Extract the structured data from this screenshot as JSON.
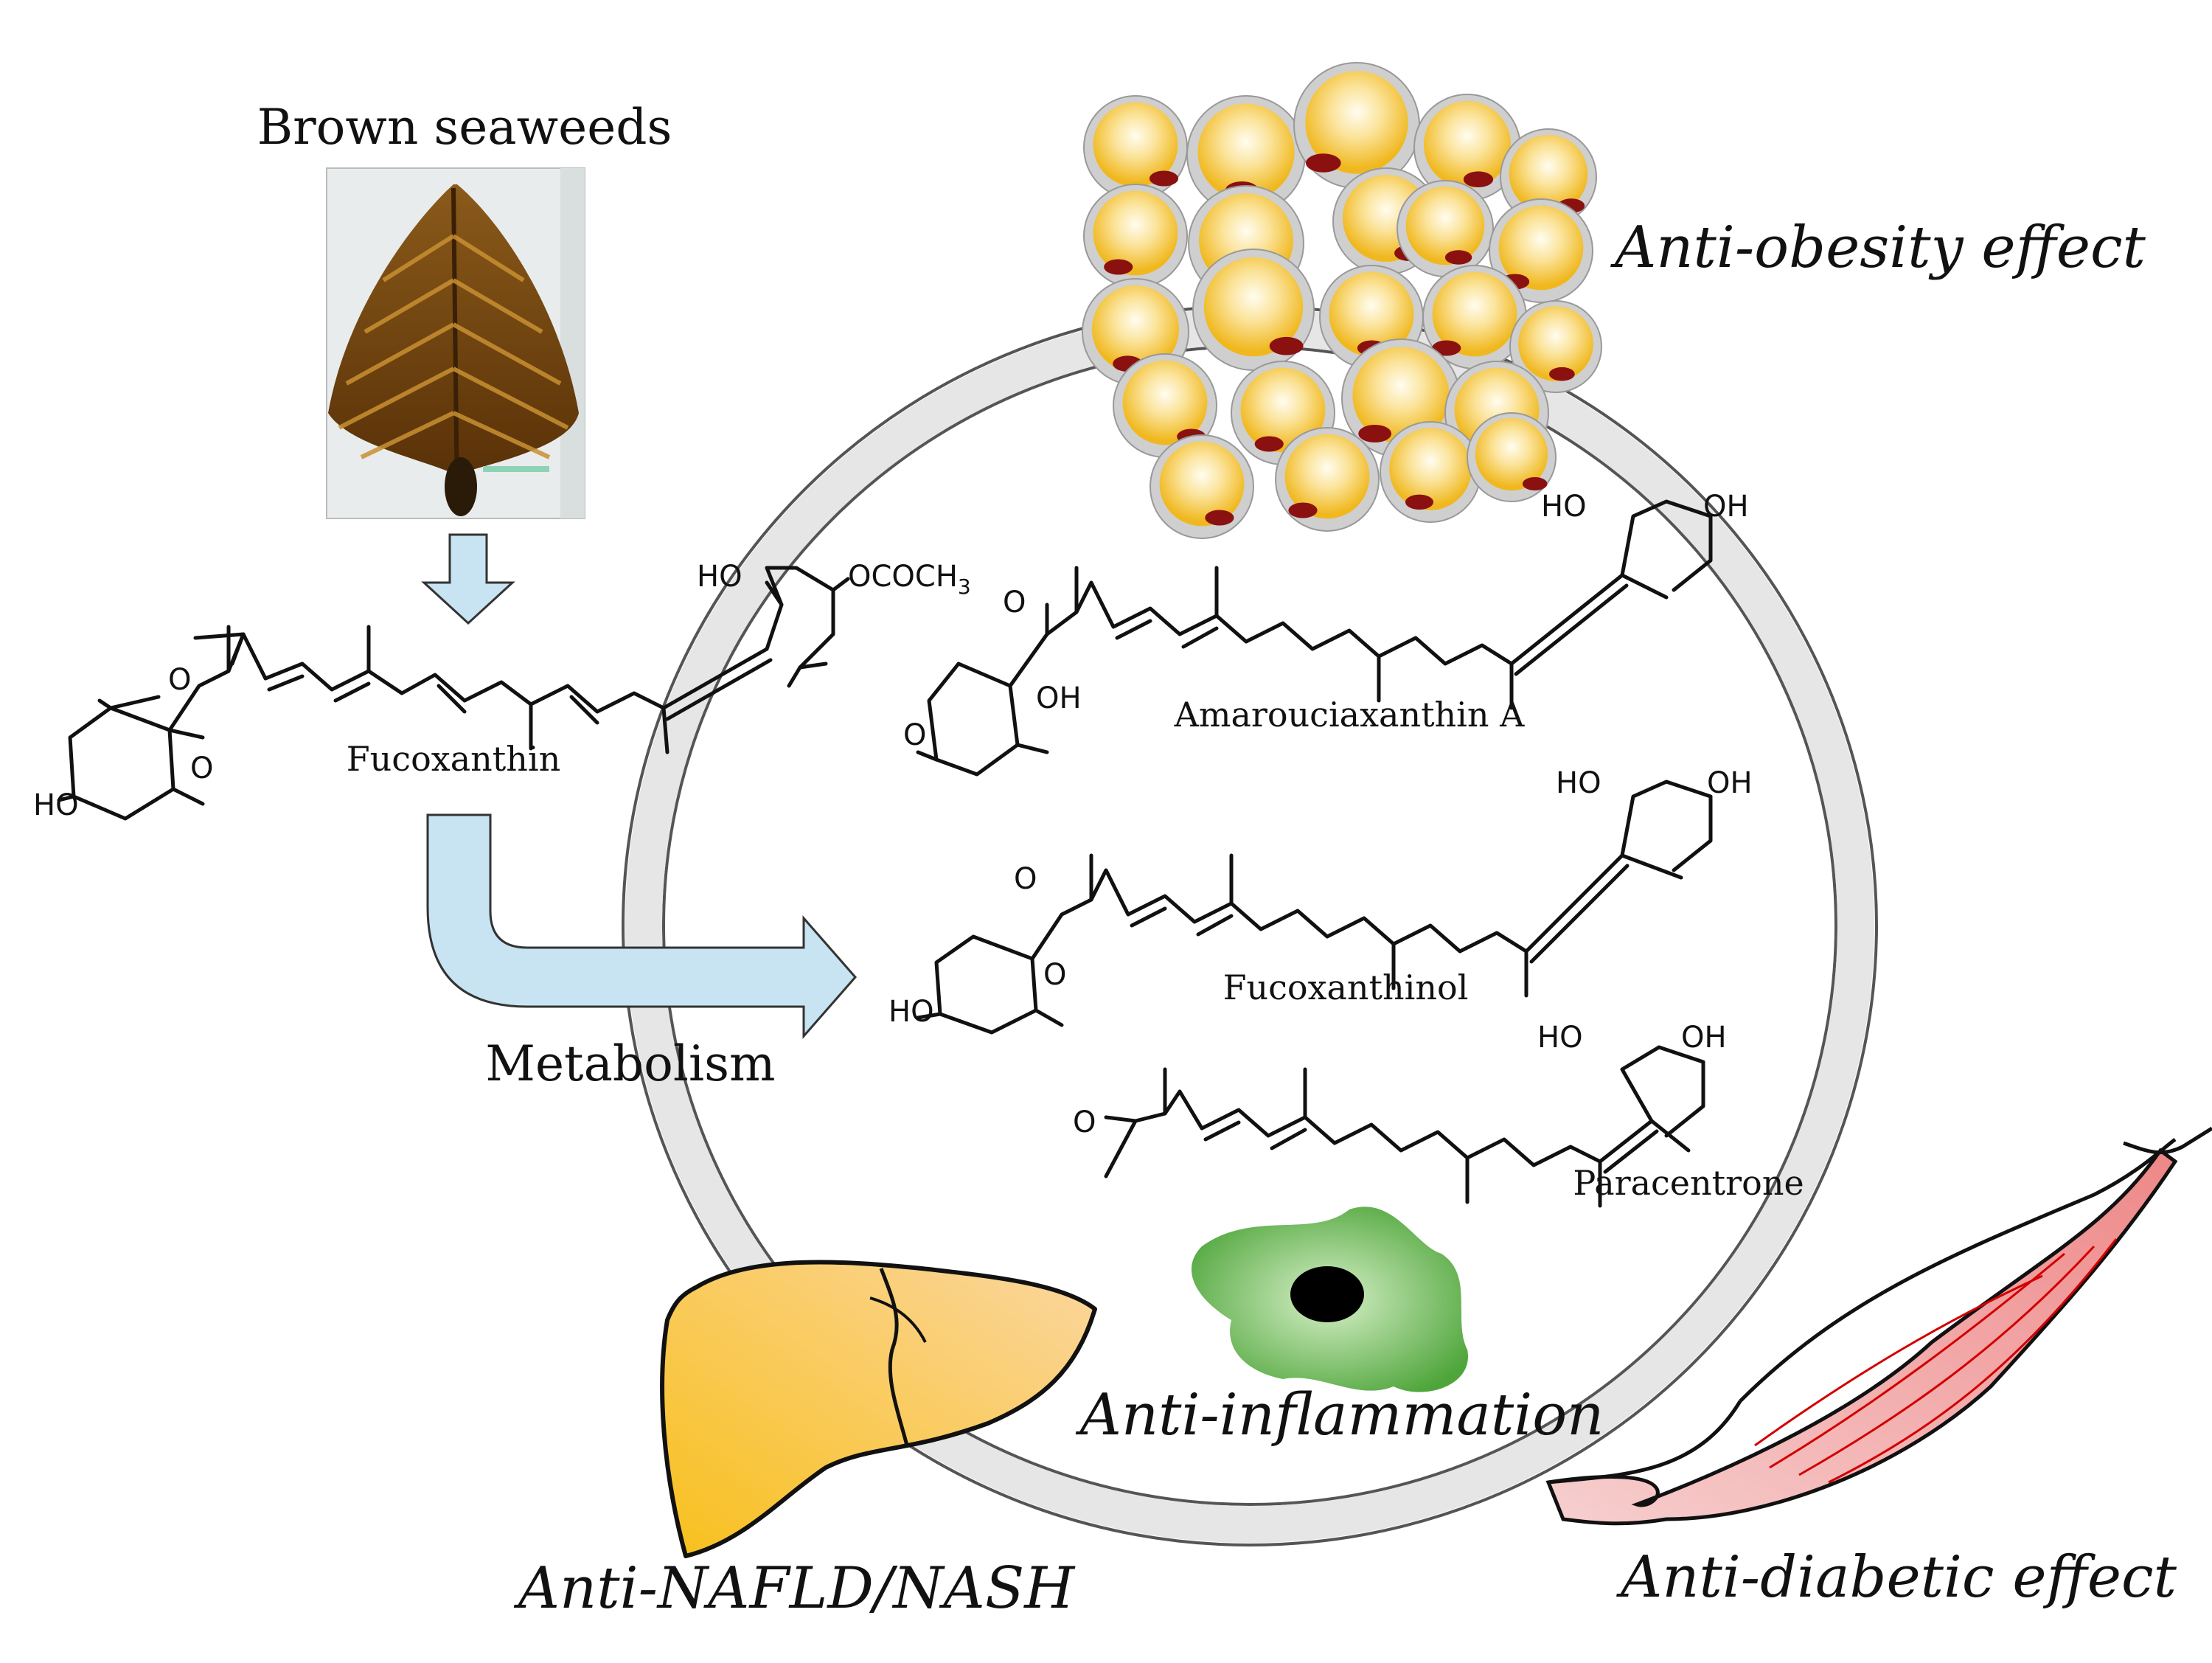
{
  "labels": {
    "brown_seaweeds": "Brown seaweeds",
    "metabolism": "Metabolism"
  },
  "compounds": {
    "fucoxanthin": "Fucoxanthin",
    "amarouciaxanthin": "Amarouciaxanthin A",
    "fucoxanthinol": "Fucoxanthinol",
    "paracentrone": "Paracentrone"
  },
  "effects": {
    "obesity": "Anti-obesity effect",
    "inflammation": "Anti-inflammation",
    "nafld": "Anti-NAFLD/NASH",
    "diabetic": "Anti-diabetic effect"
  },
  "chem": {
    "ho": "HO",
    "oh": "OH",
    "o": "O",
    "ococh3": "OCOCH",
    "sub3": "3"
  },
  "colors": {
    "ring": "#e6e6e6",
    "arrow": "#c8e4f2",
    "fat": "#f3c22c",
    "nucleus": "#8b1010",
    "liver": "#f7c041",
    "muscle": "#ef8c8c",
    "cell": "#5fb24a"
  },
  "icons": [
    "seaweed-photo",
    "fat-cells",
    "liver-icon",
    "muscle-icon",
    "immune-cell-icon"
  ]
}
